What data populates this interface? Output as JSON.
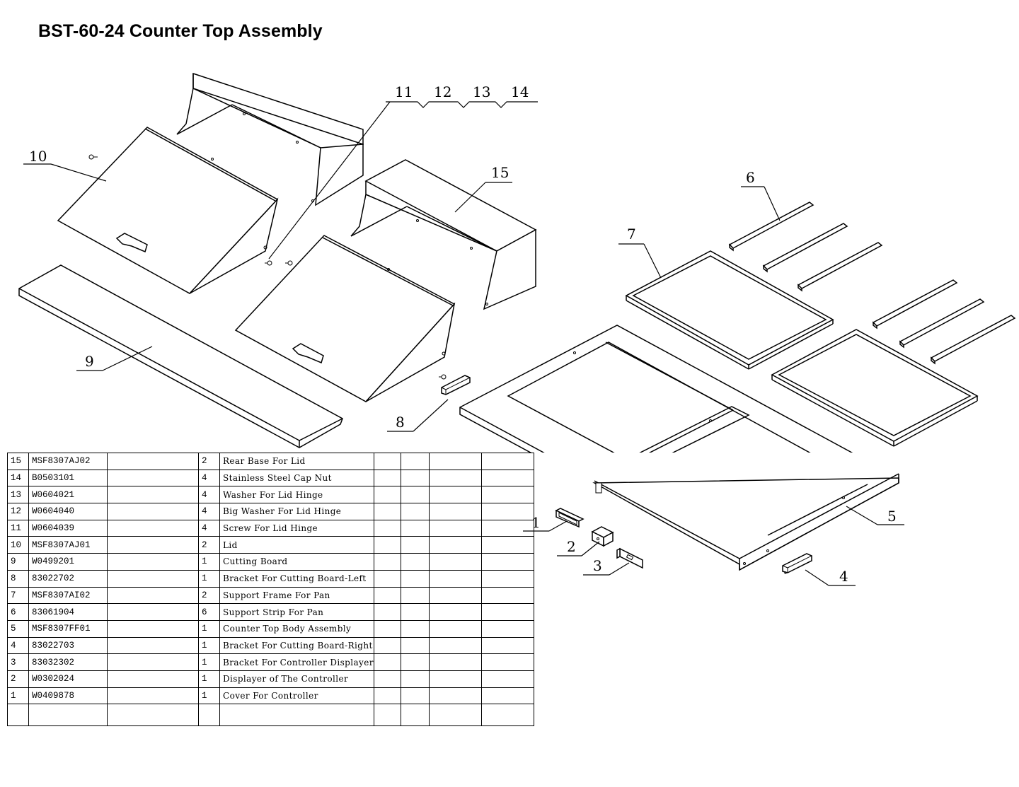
{
  "title": "BST-60-24 Counter Top Assembly",
  "callouts": {
    "c1": "1",
    "c2": "2",
    "c3": "3",
    "c4": "4",
    "c5": "5",
    "c6": "6",
    "c7": "7",
    "c8": "8",
    "c9": "9",
    "c10": "10",
    "c11": "11",
    "c12": "12",
    "c13": "13",
    "c14": "14",
    "c15": "15"
  },
  "parts_list": [
    {
      "no": "15",
      "code": "MSF8307AJ02",
      "qty": "2",
      "name": "Rear Base For Lid"
    },
    {
      "no": "14",
      "code": "B0503101",
      "qty": "4",
      "name": "Stainless Steel Cap Nut"
    },
    {
      "no": "13",
      "code": "W0604021",
      "qty": "4",
      "name": "Washer For Lid Hinge"
    },
    {
      "no": "12",
      "code": "W0604040",
      "qty": "4",
      "name": "Big Washer For Lid Hinge"
    },
    {
      "no": "11",
      "code": "W0604039",
      "qty": "4",
      "name": "Screw For Lid Hinge"
    },
    {
      "no": "10",
      "code": "MSF8307AJ01",
      "qty": "2",
      "name": "Lid"
    },
    {
      "no": "9",
      "code": "W0499201",
      "qty": "1",
      "name": "Cutting Board"
    },
    {
      "no": "8",
      "code": "83022702",
      "qty": "1",
      "name": "Bracket For Cutting Board-Left"
    },
    {
      "no": "7",
      "code": "MSF8307AI02",
      "qty": "2",
      "name": "Support Frame For Pan"
    },
    {
      "no": "6",
      "code": "83061904",
      "qty": "6",
      "name": "Support Strip For Pan"
    },
    {
      "no": "5",
      "code": "MSF8307FF01",
      "qty": "1",
      "name": "Counter Top Body Assembly"
    },
    {
      "no": "4",
      "code": "83022703",
      "qty": "1",
      "name": "Bracket For Cutting Board-Right"
    },
    {
      "no": "3",
      "code": "83032302",
      "qty": "1",
      "name": "Bracket For Controller Displayer"
    },
    {
      "no": "2",
      "code": "W0302024",
      "qty": "1",
      "name": "Displayer of The Controller"
    },
    {
      "no": "1",
      "code": "W0409878",
      "qty": "1",
      "name": "Cover For Controller"
    }
  ]
}
